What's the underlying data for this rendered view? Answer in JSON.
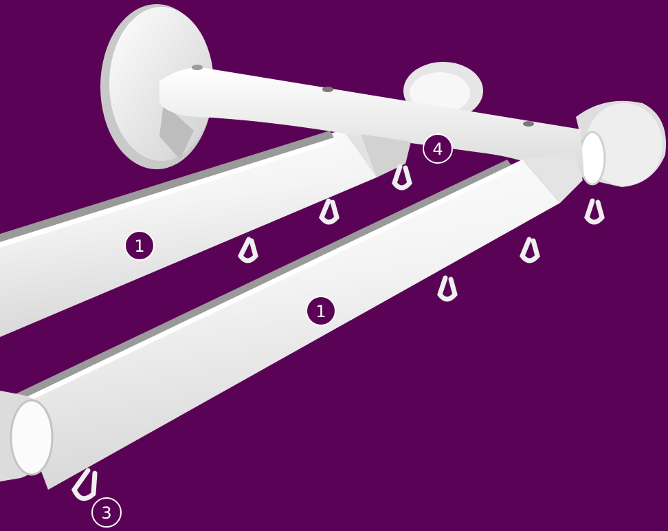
{
  "colors": {
    "background": "#5a0356",
    "rail": "#f2f2f2",
    "badge_fill": "#5a0356",
    "badge_ring": "#ffffff"
  },
  "callouts": [
    {
      "id": "rail-upper",
      "text": "1",
      "style": "filled"
    },
    {
      "id": "rail-lower",
      "text": "1",
      "style": "filled"
    },
    {
      "id": "glider",
      "text": "3",
      "style": "outline"
    },
    {
      "id": "bracket",
      "text": "4",
      "style": "outline"
    }
  ]
}
